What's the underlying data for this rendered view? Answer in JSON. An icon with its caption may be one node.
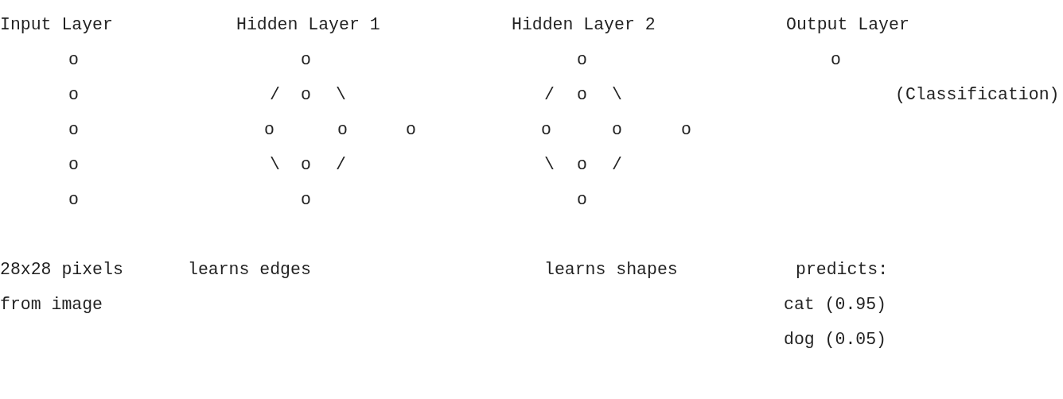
{
  "diagram": {
    "labels": [
      "Input Layer",
      "Hidden Layer 1",
      "Hidden Layer 2",
      "Output Layer",
      "o",
      "o",
      "o",
      "o",
      "o",
      "/",
      "o",
      "\\",
      "/",
      "o",
      "\\",
      "(Classification)",
      "o",
      "o",
      "o",
      "o",
      "o",
      "o",
      "o",
      "o",
      "\\",
      "o",
      "/",
      "\\",
      "o",
      "/",
      "o",
      "o",
      "o",
      "28x28 pixels",
      "learns edges",
      "learns shapes",
      "predicts:",
      "from image",
      "cat (0.95)",
      "dog (0.05)"
    ]
  }
}
